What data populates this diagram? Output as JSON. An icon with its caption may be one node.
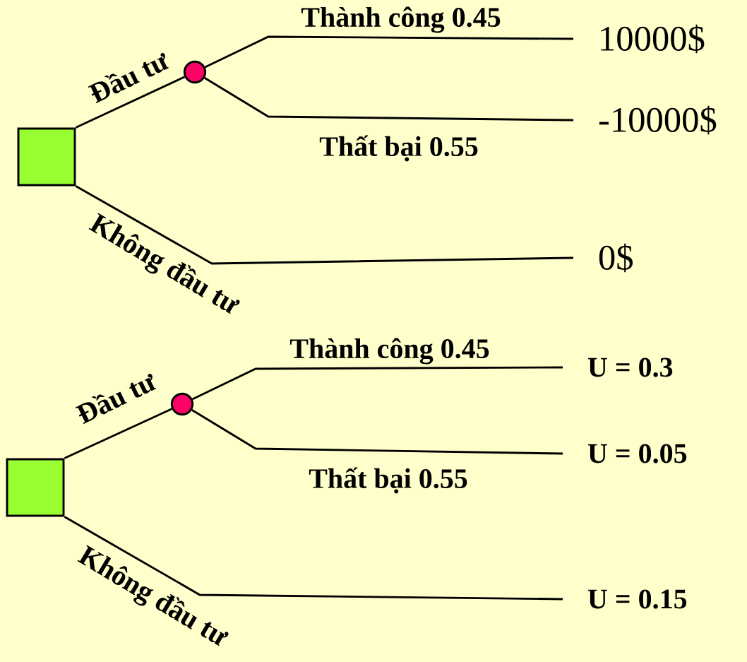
{
  "diagram": {
    "nodes": [
      {
        "text": [],
        "shape": "box"
      },
      {
        "text": [],
        "shape": "circle"
      },
      {
        "text": [
          "10000$"
        ]
      },
      {
        "text": [
          "-10000$"
        ]
      },
      {
        "text": [
          "0$"
        ]
      },
      {
        "text": [],
        "shape": "box"
      },
      {
        "text": [],
        "shape": "circle"
      },
      {
        "text": [
          "U = 0.3"
        ]
      },
      {
        "text": [
          "U = 0.05"
        ]
      },
      {
        "text": [
          "U = 0.15"
        ]
      }
    ],
    "edges": [
      {
        "from": 0,
        "to": 1,
        "arrow": "none",
        "label": "Đầu tư"
      },
      {
        "from": 1,
        "to": 2,
        "arrow": "none",
        "label": "Thành công 0.45"
      },
      {
        "from": 1,
        "to": 3,
        "arrow": "none",
        "label": "Thất bại 0.55"
      },
      {
        "from": 0,
        "to": 4,
        "arrow": "none",
        "label": "Không đầu tư"
      },
      {
        "from": 5,
        "to": 6,
        "arrow": "none",
        "label": "Đầu tư"
      },
      {
        "from": 6,
        "to": 7,
        "arrow": "none",
        "label": "Thành công 0.45"
      },
      {
        "from": 6,
        "to": 8,
        "arrow": "none",
        "label": "Thất bại 0.55"
      },
      {
        "from": 5,
        "to": 9,
        "arrow": "none",
        "label": "Không đầu tư"
      }
    ]
  }
}
